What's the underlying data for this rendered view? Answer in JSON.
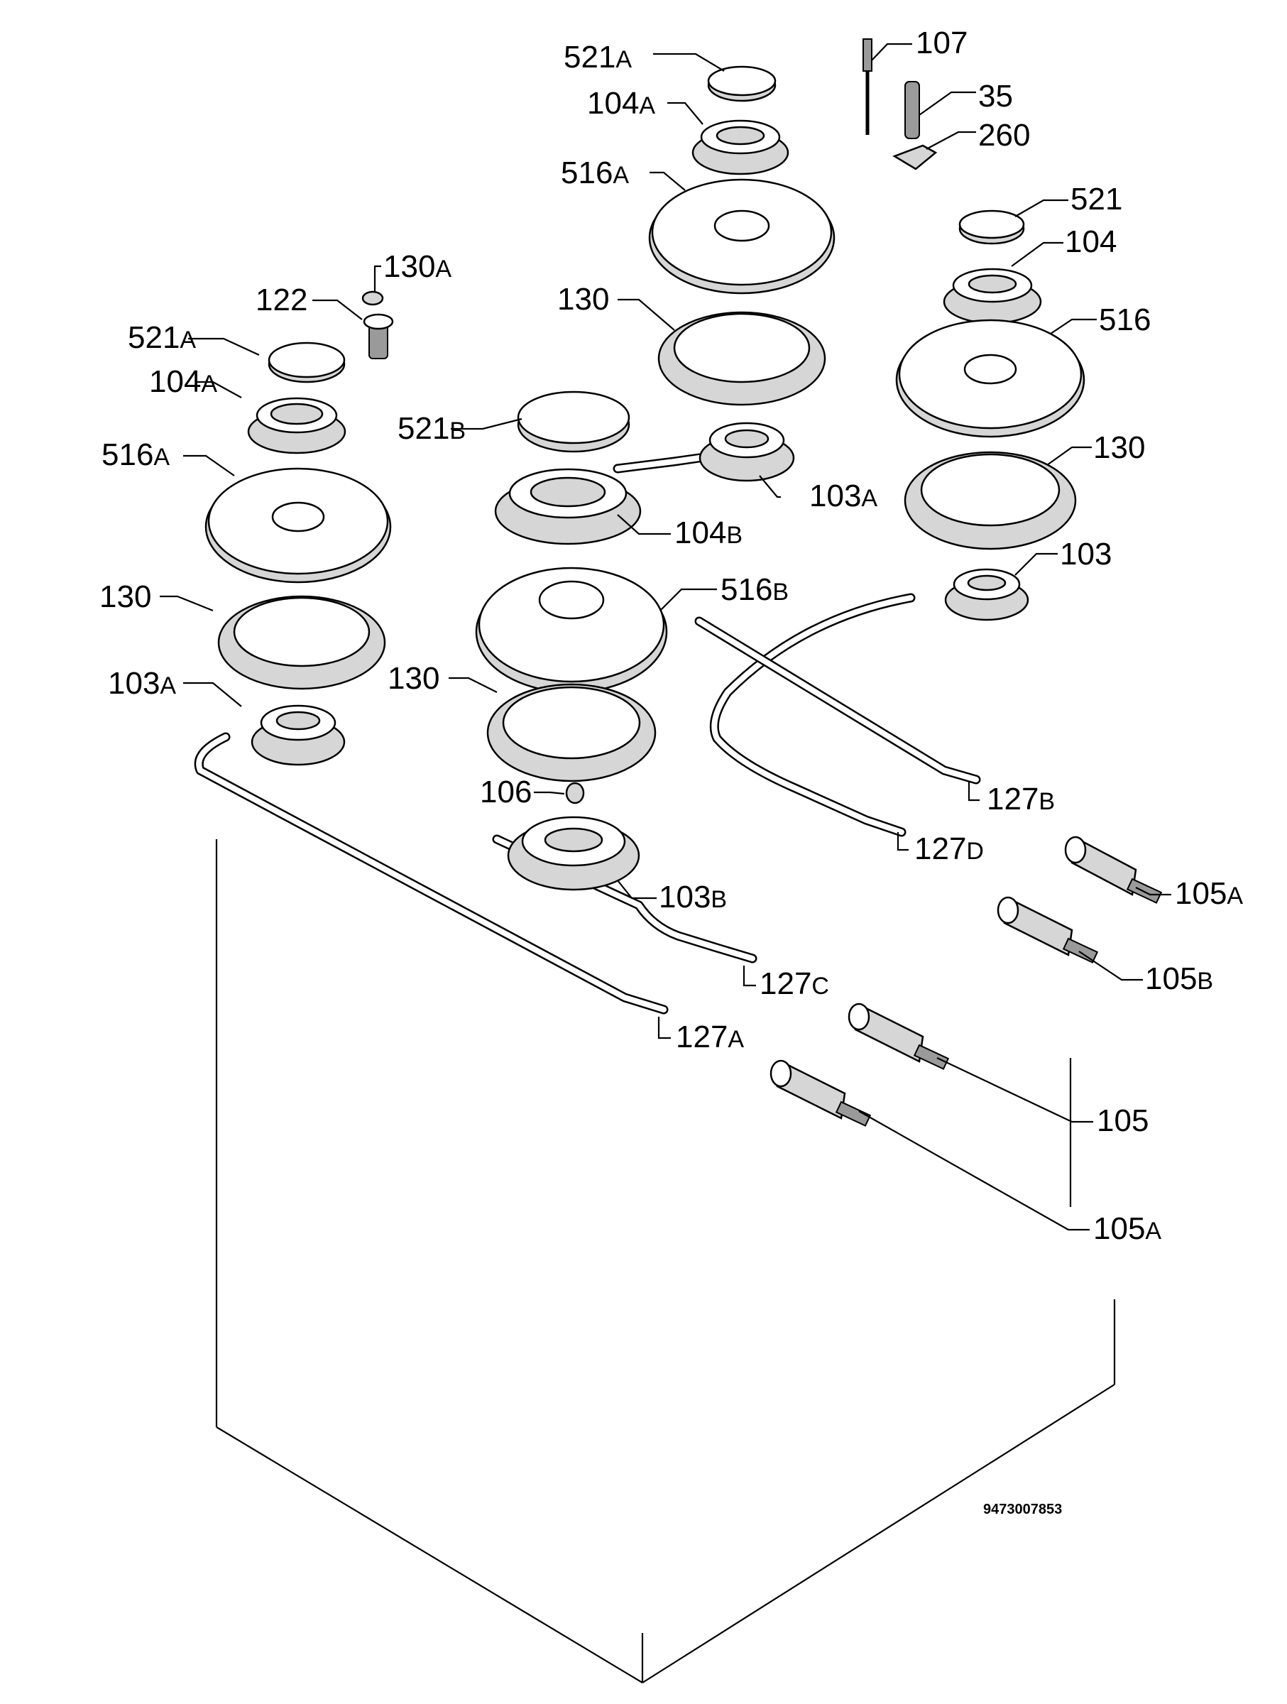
{
  "document_number": "9473007853",
  "callouts": {
    "c521a_top": {
      "main": "521",
      "suffix": "A"
    },
    "c107": {
      "main": "107",
      "suffix": ""
    },
    "c104a_top": {
      "main": "104",
      "suffix": "A"
    },
    "c35": {
      "main": "35",
      "suffix": ""
    },
    "c260": {
      "main": "260",
      "suffix": ""
    },
    "c516a_top": {
      "main": "516",
      "suffix": "A"
    },
    "c521": {
      "main": "521",
      "suffix": ""
    },
    "c104": {
      "main": "104",
      "suffix": ""
    },
    "c130a": {
      "main": "130",
      "suffix": "A"
    },
    "c122": {
      "main": "122",
      "suffix": ""
    },
    "c130_top": {
      "main": "130",
      "suffix": ""
    },
    "c516": {
      "main": "516",
      "suffix": ""
    },
    "c521a_left": {
      "main": "521",
      "suffix": "A"
    },
    "c104a_left": {
      "main": "104",
      "suffix": "A"
    },
    "c521b": {
      "main": "521",
      "suffix": "B"
    },
    "c130_right": {
      "main": "130",
      "suffix": ""
    },
    "c516a_left": {
      "main": "516",
      "suffix": "A"
    },
    "c103a_mid": {
      "main": "103",
      "suffix": "A"
    },
    "c104b": {
      "main": "104",
      "suffix": "B"
    },
    "c103": {
      "main": "103",
      "suffix": ""
    },
    "c130_left": {
      "main": "130",
      "suffix": ""
    },
    "c516b": {
      "main": "516",
      "suffix": "B"
    },
    "c103a_left": {
      "main": "103",
      "suffix": "A"
    },
    "c130_mid": {
      "main": "130",
      "suffix": ""
    },
    "c127b": {
      "main": "127",
      "suffix": "B"
    },
    "c106": {
      "main": "106",
      "suffix": ""
    },
    "c127d": {
      "main": "127",
      "suffix": "D"
    },
    "c105a_right": {
      "main": "105",
      "suffix": "A"
    },
    "c103b": {
      "main": "103",
      "suffix": "B"
    },
    "c105b": {
      "main": "105",
      "suffix": "B"
    },
    "c127c": {
      "main": "127",
      "suffix": "C"
    },
    "c127a": {
      "main": "127",
      "suffix": "A"
    },
    "c105": {
      "main": "105",
      "suffix": ""
    },
    "c105a_bottom": {
      "main": "105",
      "suffix": "A"
    }
  }
}
